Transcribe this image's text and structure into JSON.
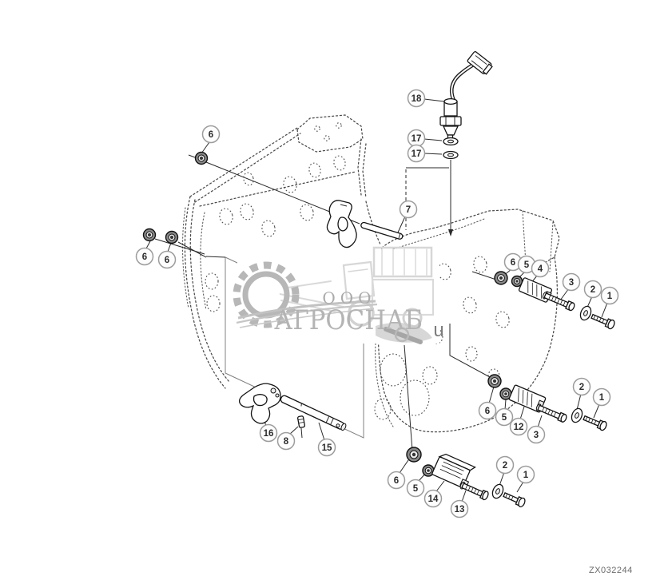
{
  "watermark": {
    "prefix": "ООО",
    "name": "АГРОСНАБ",
    "suffix": "u",
    "icons": [
      "gear-icon",
      "combine-harvester-icon"
    ],
    "color": "#b4b4b4"
  },
  "drawing_code": "ZX032244",
  "callouts": [
    {
      "label": "6"
    },
    {
      "label": "6"
    },
    {
      "label": "6"
    },
    {
      "label": "18"
    },
    {
      "label": "17"
    },
    {
      "label": "17"
    },
    {
      "label": "7"
    },
    {
      "label": "6"
    },
    {
      "label": "5"
    },
    {
      "label": "4"
    },
    {
      "label": "3"
    },
    {
      "label": "2"
    },
    {
      "label": "1"
    },
    {
      "label": "2"
    },
    {
      "label": "1"
    },
    {
      "label": "6"
    },
    {
      "label": "5"
    },
    {
      "label": "12"
    },
    {
      "label": "3"
    },
    {
      "label": "16"
    },
    {
      "label": "8"
    },
    {
      "label": "15"
    },
    {
      "label": "6"
    },
    {
      "label": "5"
    },
    {
      "label": "14"
    },
    {
      "label": "13"
    },
    {
      "label": "2"
    },
    {
      "label": "1"
    }
  ]
}
